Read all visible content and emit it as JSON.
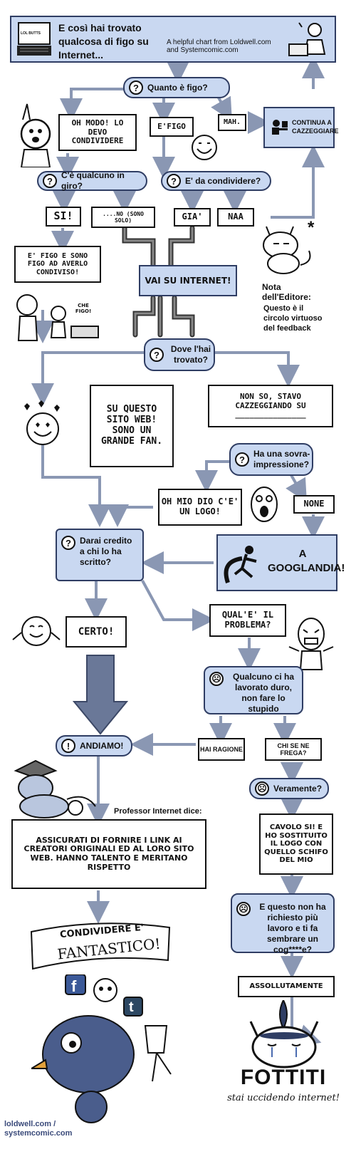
{
  "header": {
    "title": "E così hai trovato qualcosa di figo su Internet...",
    "subtitle": "A helpful chart from Loldwell.com and Systemcomic.com",
    "logo_text": "LOL BUTTS"
  },
  "q1": {
    "icon": "?",
    "text": "Quanto è figo?"
  },
  "notes": {
    "ohmodo": "OH MODO! LO DEVO CONDIVIDERE",
    "efigo": "E'FIGO",
    "mah": "MAH.",
    "si": "SI!",
    "no": "....NO (SONO SOLO)",
    "gia": "GIA'",
    "naa": "NAA",
    "figo_condiviso": "E' FIGO E SONO FIGO AD AVERLO CONDIVISO!",
    "che_figo": "CHE FIGO!",
    "su_questo_sito": "SU QUESTO SITO WEB! SONO UN GRANDE FAN.",
    "non_so": "NON SO, STAVO CAZZEGGIANDO SU",
    "blank_line": "_______________",
    "oh_mio_dio": "OH MIO DIO C'E' UN LOGO!",
    "none": "NONE",
    "certo": "CERTO!",
    "qual_e": "QUAL'E' IL PROBLEMA?",
    "hai_ragione": "HAI RAGIONE",
    "chi_se": "CHI SE NE FREGA?",
    "assicurati": "ASSICURATI DI FORNIRE I LINK AI CREATORI ORIGINALI ED AL LORO SITO WEB. HANNO TALENTO E MERITANO RISPETTO",
    "cavolo": "CAVOLO SI! E HO SOSTITUITO IL LOGO CON QUELLO SCHIFO DEL MIO",
    "assolutamente": "ASSOLLUTAMENTE"
  },
  "boxes": {
    "continua": "CONTINUA A CAZZEGGIARE",
    "vai": "VAI SU INTERNET!",
    "googlandia": "A GOOGLANDIA!",
    "andiamo_icon": "!",
    "andiamo": "ANDIAMO!"
  },
  "questions": {
    "qualcuno": {
      "icon": "?",
      "text": "C'è qualcuno in giro?"
    },
    "condividere": {
      "icon": "?",
      "text": "E' da condividere?"
    },
    "dove": {
      "icon": "?",
      "text": "Dove l'hai trovato?"
    },
    "sovra": {
      "icon": "?",
      "text": "Ha una sovra-impressione?"
    },
    "credito": {
      "icon": "?",
      "text": "Darai credito a chi lo ha scritto?"
    },
    "duro": {
      "icon": "☹",
      "text": "Qualcuno ci ha lavorato duro, non fare lo stupido"
    },
    "veramente": {
      "icon": "☹",
      "text": "Veramente?"
    },
    "richiesto": {
      "icon": "☹",
      "text": "E questo non ha richiesto più lavoro e ti fa sembrare un cog****e?"
    }
  },
  "editor_note": {
    "star": "*",
    "title": "Nota dell'Editore:",
    "body": "Questo è il circolo virtuoso del feedback"
  },
  "professor": "Professor Internet dice:",
  "banner": {
    "line1": "CONDIVIDERE E'",
    "line2": "FANTASTICO!"
  },
  "fottiti": {
    "title": "FOTTITI",
    "sub": "stai uccidendo internet!"
  },
  "footer": "loldwell.com / systemcomic.com",
  "colors": {
    "box_fill": "#c9d8f1",
    "box_border": "#2f3d63",
    "arrow": "#8a97b3",
    "big_arrow": "#6a7898"
  }
}
